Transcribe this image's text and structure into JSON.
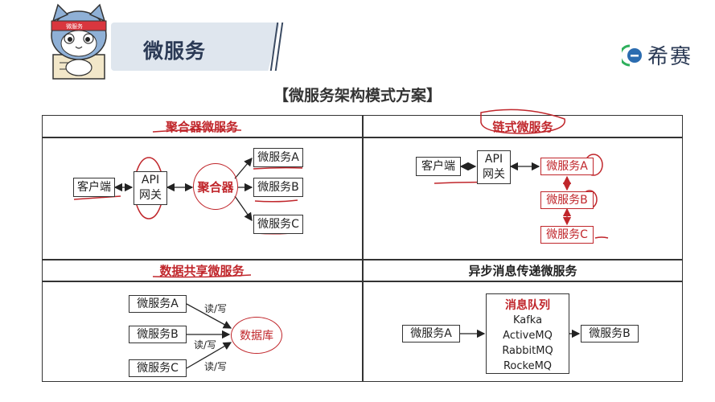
{
  "header": {
    "title": "微服务",
    "logo_text": "希赛",
    "mascot_badge": "微服务"
  },
  "main_heading": "【微服务架构模式方案】",
  "aggregator": {
    "title": "聚合器微服务",
    "client": "客户端",
    "gateway_line1": "API",
    "gateway_line2": "网关",
    "aggregator": "聚合器",
    "services": [
      "微服务A",
      "微服务B",
      "微服务C"
    ]
  },
  "chain": {
    "title": "链式微服务",
    "client": "客户端",
    "gateway_line1": "API",
    "gateway_line2": "网关",
    "services": [
      "微服务A",
      "微服务B",
      "微服务C"
    ]
  },
  "shared_data": {
    "title": "数据共享微服务",
    "services": [
      "微服务A",
      "微服务B",
      "微服务C"
    ],
    "rw_label": "读/写",
    "database": "数据库"
  },
  "async_msg": {
    "title": "异步消息传递微服务",
    "source": "微服务A",
    "target": "微服务B",
    "queue_title": "消息队列",
    "queue_items": [
      "Kafka",
      "ActiveMQ",
      "RabbitMQ",
      "RockeMQ"
    ]
  },
  "colors": {
    "accent_red": "#c0262b",
    "banner": "#dfe6ee",
    "title_blue": "#2b3a55"
  }
}
